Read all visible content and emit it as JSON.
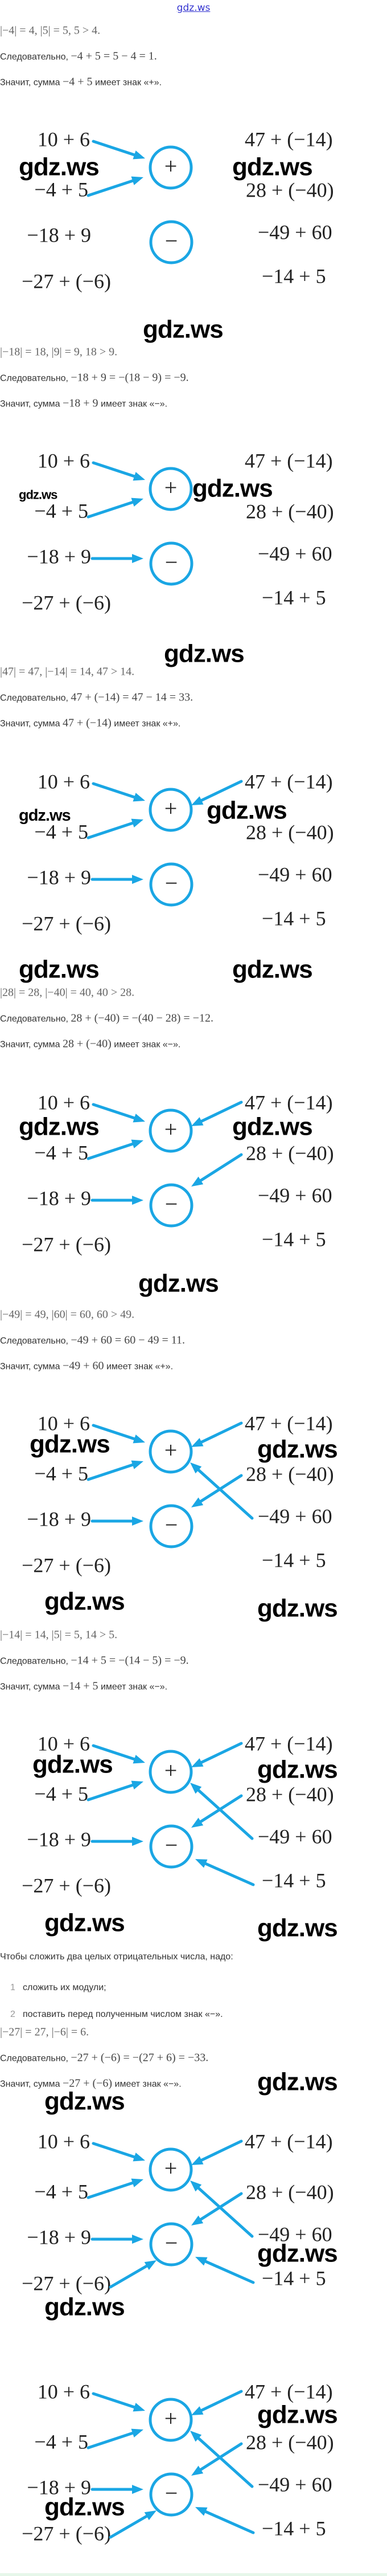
{
  "header": {
    "link": "gdz.ws"
  },
  "watermark": "gdz.ws",
  "colors": {
    "accent": "#1aa6e4",
    "text": "#333333"
  },
  "blocks": [
    {
      "lines": [
        [
          {
            "t": "|−4| = 4, |5| = 5, 5 > 4.",
            "m": true
          }
        ],
        [
          {
            "t": "Следовательно, ",
            "m": false
          },
          {
            "t": "−4 + 5 = 5 − 4 = 1.",
            "m": true
          }
        ],
        [
          {
            "t": "Значит, сумма ",
            "m": false
          },
          {
            "t": "−4 + 5",
            "m": true
          },
          {
            "t": " имеет знак «+».",
            "m": false
          }
        ]
      ]
    },
    {
      "lines": [
        [
          {
            "t": "|−18| = 18, |9| = 9, 18 > 9.",
            "m": true
          }
        ],
        [
          {
            "t": "Следовательно, ",
            "m": false
          },
          {
            "t": "−18 + 9 = −(18 − 9) = −9.",
            "m": true
          }
        ],
        [
          {
            "t": "Значит, сумма ",
            "m": false
          },
          {
            "t": "−18 + 9",
            "m": true
          },
          {
            "t": " имеет знак «−».",
            "m": false
          }
        ]
      ]
    },
    {
      "lines": [
        [
          {
            "t": "|47| = 47, |−14| = 14, 47 > 14.",
            "m": true
          }
        ],
        [
          {
            "t": "Следовательно, ",
            "m": false
          },
          {
            "t": "47 + (−14) = 47 − 14 = 33.",
            "m": true
          }
        ],
        [
          {
            "t": "Значит, сумма ",
            "m": false
          },
          {
            "t": "47 + (−14)",
            "m": true
          },
          {
            "t": " имеет знак «+».",
            "m": false
          }
        ]
      ]
    },
    {
      "lines": [
        [
          {
            "t": "|28| = 28, |−40| = 40, 40 > 28.",
            "m": true
          }
        ],
        [
          {
            "t": "Следовательно, ",
            "m": false
          },
          {
            "t": "28 + (−40) = −(40 − 28) = −12.",
            "m": true
          }
        ],
        [
          {
            "t": "Значит, сумма ",
            "m": false
          },
          {
            "t": "28 + (−40)",
            "m": true
          },
          {
            "t": " имеет знак «−».",
            "m": false
          }
        ]
      ]
    },
    {
      "lines": [
        [
          {
            "t": "|−49| = 49, |60| = 60, 60 > 49.",
            "m": true
          }
        ],
        [
          {
            "t": "Следовательно, ",
            "m": false
          },
          {
            "t": "−49 + 60 = 60 − 49 = 11.",
            "m": true
          }
        ],
        [
          {
            "t": "Значит, сумма ",
            "m": false
          },
          {
            "t": "−49 + 60",
            "m": true
          },
          {
            "t": " имеет знак «+».",
            "m": false
          }
        ]
      ]
    },
    {
      "lines": [
        [
          {
            "t": "|−14| = 14, |5| = 5, 14 > 5.",
            "m": true
          }
        ],
        [
          {
            "t": "Следовательно, ",
            "m": false
          },
          {
            "t": "−14 + 5 = −(14 − 5) = −9.",
            "m": true
          }
        ],
        [
          {
            "t": "Значит, сумма ",
            "m": false
          },
          {
            "t": "−14 + 5",
            "m": true
          },
          {
            "t": " имеет знак «−».",
            "m": false
          }
        ]
      ]
    },
    {
      "lines": [
        [
          {
            "t": "|−27| = 27, |−6| = 6.",
            "m": true
          }
        ],
        [
          {
            "t": "Следовательно, ",
            "m": false
          },
          {
            "t": "−27 + (−6) = −(27 + 6) = −33.",
            "m": true
          }
        ],
        [
          {
            "t": "Значит, сумма ",
            "m": false
          },
          {
            "t": "−27 + (−6)",
            "m": true
          },
          {
            "t": " имеет знак «−».",
            "m": false
          }
        ]
      ]
    }
  ],
  "rule": {
    "intro": "Чтобы сложить два целых отрицательных числа, надо:",
    "steps": [
      {
        "num": "1",
        "text": "сложить их модули;"
      },
      {
        "num": "2",
        "text": "поставить перед полученным числом знак «−»."
      }
    ]
  },
  "diagram": {
    "left": [
      "10 + 6",
      "−4 + 5",
      "−18 + 9",
      "−27 + (−6)"
    ],
    "right": [
      "47 + (−14)",
      "28 + (−40)",
      "−49 + 60",
      "−14 + 5"
    ],
    "signs": [
      "+",
      "−"
    ]
  },
  "diagram_states": [
    {
      "plus": [
        "L0",
        "L1"
      ],
      "minus": []
    },
    {
      "plus": [
        "L0",
        "L1"
      ],
      "minus": [
        "L2"
      ]
    },
    {
      "plus": [
        "L0",
        "L1",
        "R0"
      ],
      "minus": [
        "L2"
      ]
    },
    {
      "plus": [
        "L0",
        "L1",
        "R0"
      ],
      "minus": [
        "L2",
        "R1"
      ]
    },
    {
      "plus": [
        "L0",
        "L1",
        "R0",
        "R2"
      ],
      "minus": [
        "L2",
        "R1"
      ]
    },
    {
      "plus": [
        "L0",
        "L1",
        "R0",
        "R2"
      ],
      "minus": [
        "L2",
        "R1",
        "R3"
      ]
    },
    {
      "plus": [
        "L0",
        "L1",
        "R0",
        "R2"
      ],
      "minus": [
        "L2",
        "R1",
        "R3",
        "L3"
      ]
    },
    {
      "plus": [
        "L0",
        "L1",
        "R0",
        "R2"
      ],
      "minus": [
        "L2",
        "R1",
        "R3",
        "L3"
      ]
    }
  ]
}
